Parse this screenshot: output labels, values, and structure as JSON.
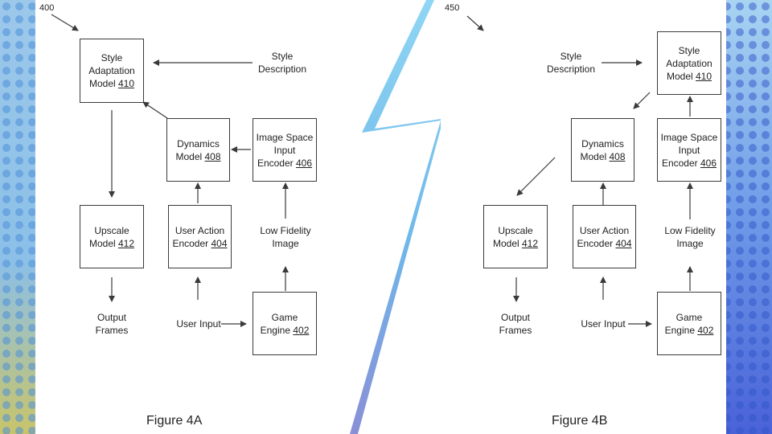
{
  "colors": {
    "sky_top": "#8fd6f4",
    "sky_bottom": "#7f92d8",
    "dots_left": "#5aa6e0",
    "dots_right": "#3f6fe0",
    "ink": "#3a3a3a"
  },
  "fig_a": {
    "id": "400",
    "caption": "Figure 4A",
    "style_model": {
      "line1": "Style",
      "line2": "Adaptation",
      "line3": "Model",
      "num": "410"
    },
    "style_desc": {
      "line1": "Style",
      "line2": "Description"
    },
    "dynamics": {
      "line1": "Dynamics",
      "line2": "Model",
      "num": "408"
    },
    "encoder": {
      "line1": "Image Space",
      "line2": "Input",
      "line3": "Encoder",
      "num": "406"
    },
    "upscale": {
      "line1": "Upscale",
      "line2": "Model",
      "num": "412"
    },
    "user_action": {
      "line1": "User Action",
      "line2": "Encoder",
      "num": "404"
    },
    "low_fi": {
      "line1": "Low Fidelity",
      "line2": "Image"
    },
    "output": {
      "line1": "Output",
      "line2": "Frames"
    },
    "user_input": "User Input",
    "game": {
      "line1": "Game",
      "line2": "Engine",
      "num": "402"
    }
  },
  "fig_b": {
    "id": "450",
    "caption": "Figure 4B",
    "style_model": {
      "line1": "Style",
      "line2": "Adaptation",
      "line3": "Model",
      "num": "410"
    },
    "style_desc": {
      "line1": "Style",
      "line2": "Description"
    },
    "dynamics": {
      "line1": "Dynamics",
      "line2": "Model",
      "num": "408"
    },
    "encoder": {
      "line1": "Image Space",
      "line2": "Input",
      "line3": "Encoder",
      "num": "406"
    },
    "upscale": {
      "line1": "Upscale",
      "line2": "Model",
      "num": "412"
    },
    "user_action": {
      "line1": "User Action",
      "line2": "Encoder",
      "num": "404"
    },
    "low_fi": {
      "line1": "Low Fidelity",
      "line2": "Image"
    },
    "output": {
      "line1": "Output",
      "line2": "Frames"
    },
    "user_input": "User Input",
    "game": {
      "line1": "Game",
      "line2": "Engine",
      "num": "402"
    }
  }
}
